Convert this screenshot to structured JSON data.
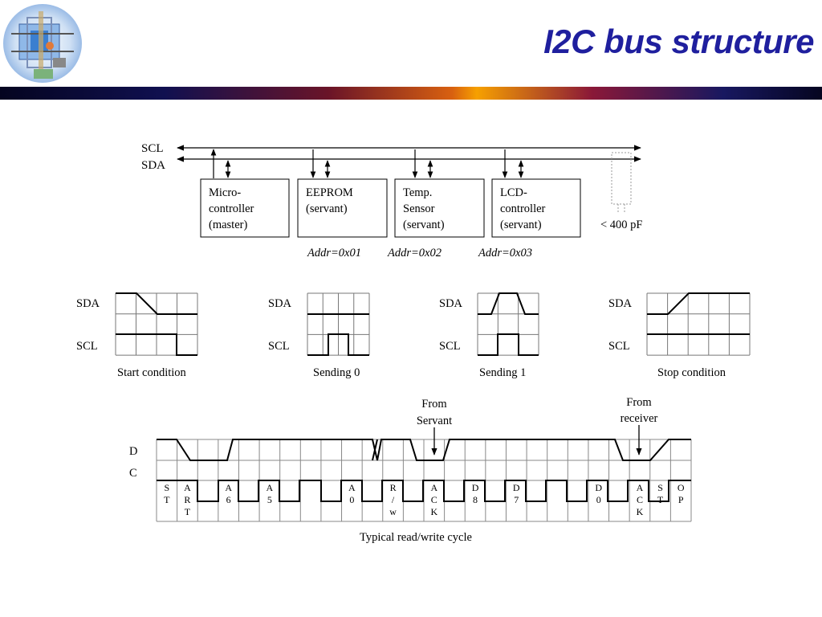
{
  "title": "I2C bus structure",
  "colors": {
    "title": "#1f1f9e"
  },
  "bus": {
    "scl": "SCL",
    "sda": "SDA",
    "devices": [
      {
        "lines": [
          "Micro-",
          "controller",
          "(master)"
        ],
        "address": ""
      },
      {
        "lines": [
          "EEPROM",
          "(servant)"
        ],
        "address": "Addr=0x01"
      },
      {
        "lines": [
          "Temp.",
          "Sensor",
          "(servant)"
        ],
        "address": "Addr=0x02"
      },
      {
        "lines": [
          "LCD-",
          "controller",
          "(servant)"
        ],
        "address": "Addr=0x03"
      }
    ],
    "capacitance": "< 400 pF"
  },
  "waveforms": [
    {
      "sda": "SDA",
      "scl": "SCL",
      "caption": "Start condition"
    },
    {
      "sda": "SDA",
      "scl": "SCL",
      "caption": "Sending 0"
    },
    {
      "sda": "SDA",
      "scl": "SCL",
      "caption": "Sending 1"
    },
    {
      "sda": "SDA",
      "scl": "SCL",
      "caption": "Stop condition"
    }
  ],
  "cycle": {
    "row_labels": [
      "D",
      "C"
    ],
    "from_servant": [
      "From",
      "Servant"
    ],
    "from_receiver": [
      "From",
      "receiver"
    ],
    "cells": [
      [
        "S",
        "T"
      ],
      [
        "A",
        "R",
        "T"
      ],
      [],
      [
        "A",
        "6"
      ],
      [],
      [
        "A",
        "5"
      ],
      [],
      [],
      [
        "A",
        "0"
      ],
      [
        "R",
        "/",
        "w"
      ],
      [
        "A",
        "C",
        "K"
      ],
      [
        "D",
        "8"
      ],
      [
        "D",
        "7"
      ],
      [],
      [
        "D",
        "0"
      ],
      [
        "A",
        "C",
        "K"
      ],
      [
        "S",
        "T"
      ],
      [
        "O",
        "P"
      ]
    ],
    "caption": "Typical read/write cycle"
  }
}
